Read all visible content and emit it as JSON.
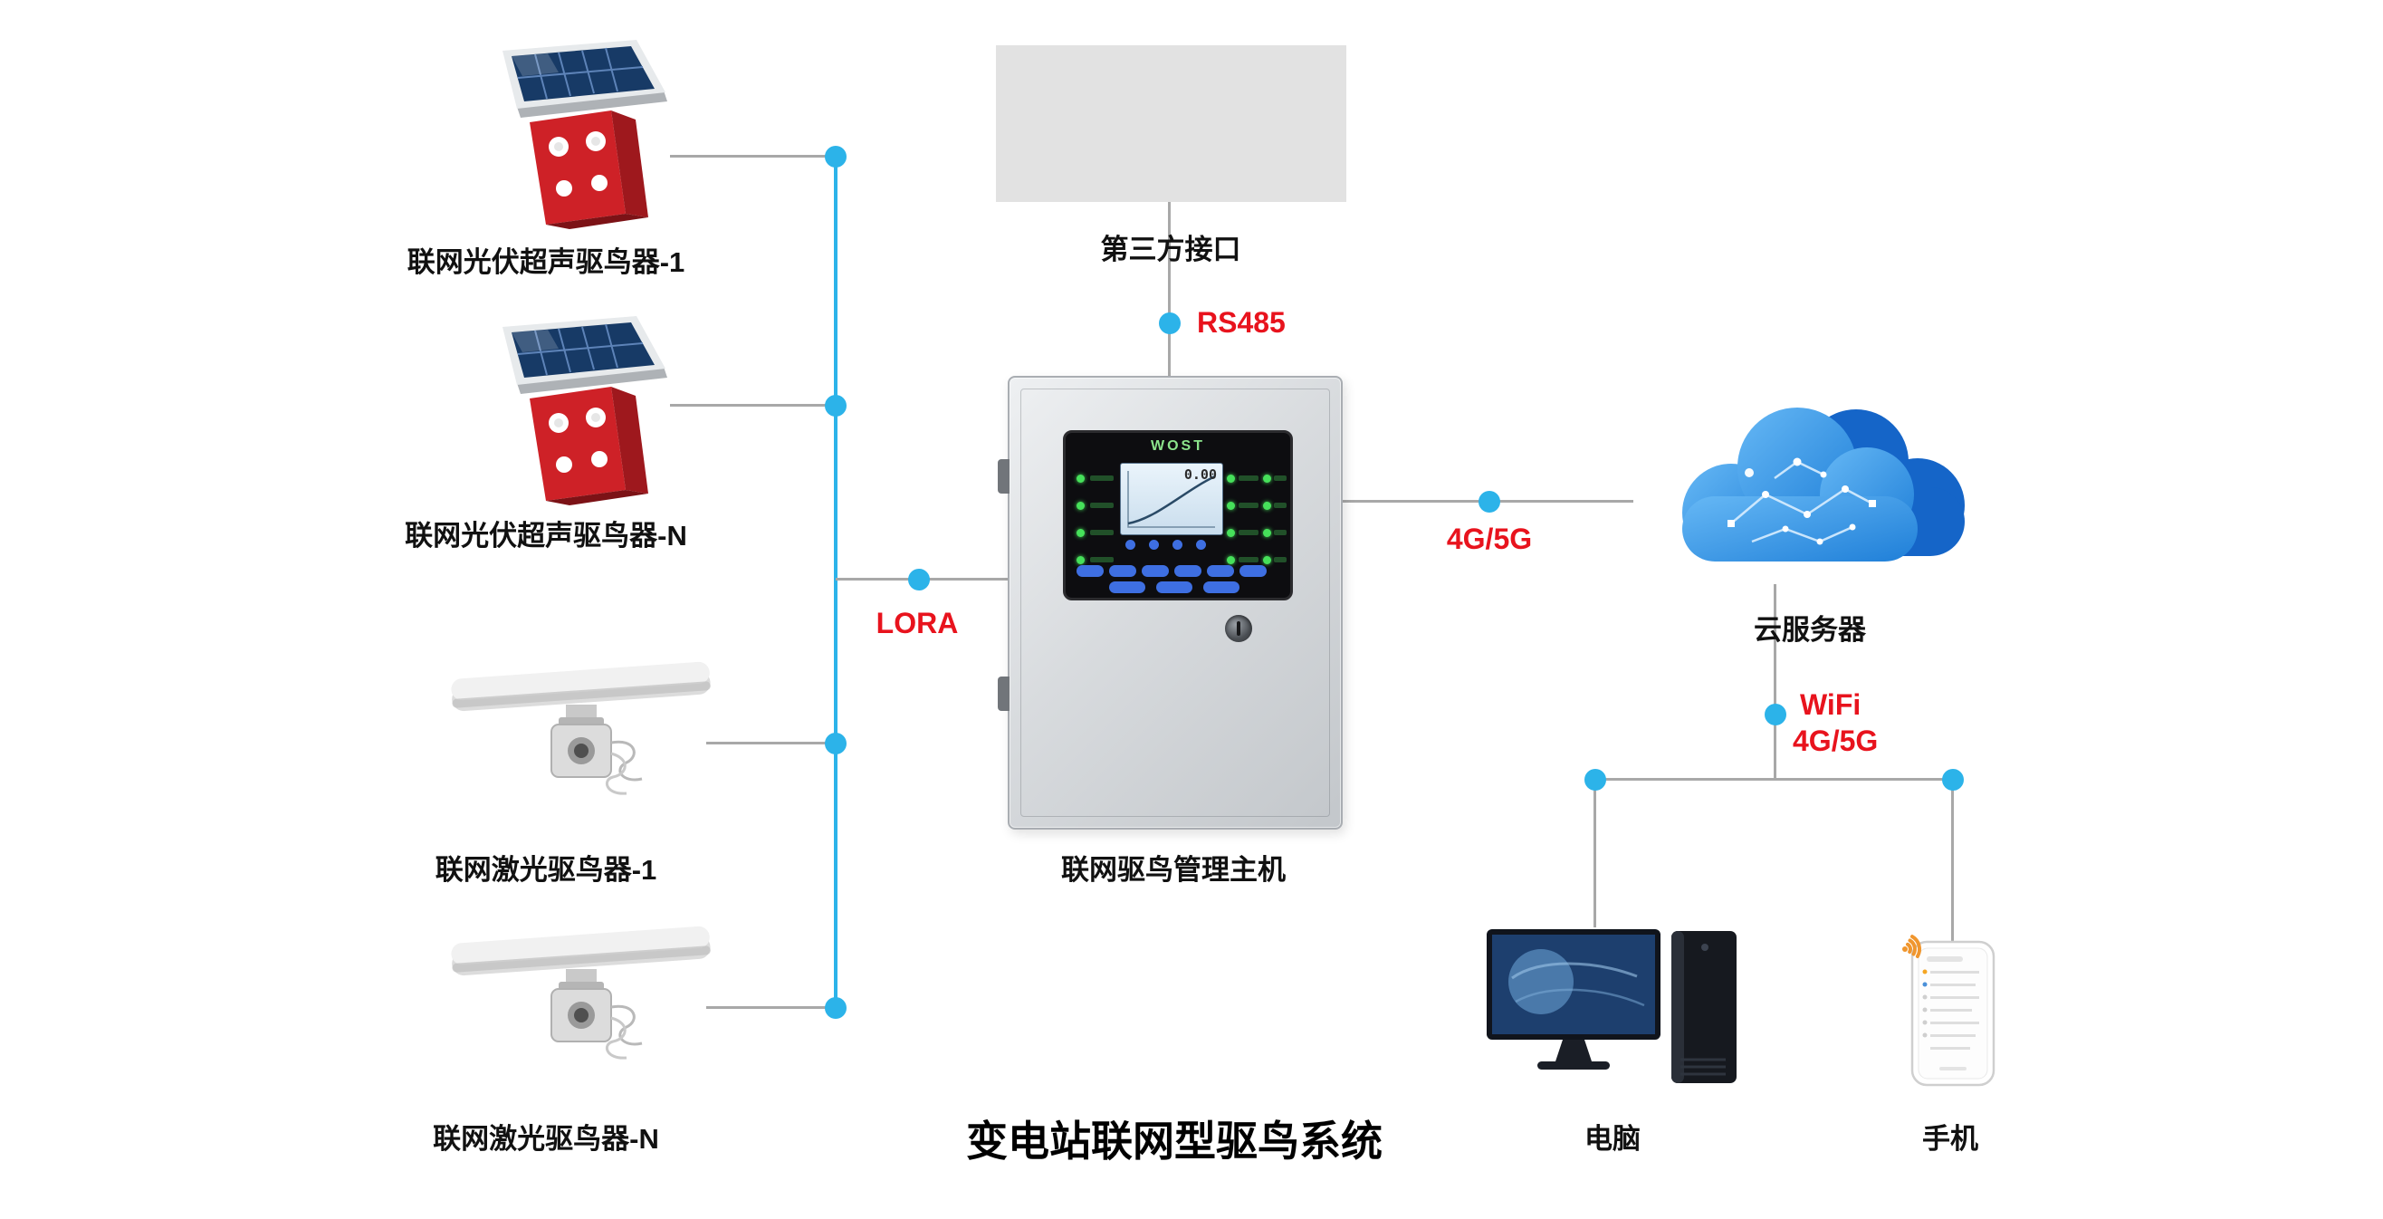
{
  "title": "变电站联网型驱鸟系统",
  "left_devices": [
    {
      "label": "联网光伏超声驱鸟器-1",
      "type": "solar-ultrasonic"
    },
    {
      "label": "联网光伏超声驱鸟器-N",
      "type": "solar-ultrasonic"
    },
    {
      "label": "联网激光驱鸟器-1",
      "type": "laser"
    },
    {
      "label": "联网激光驱鸟器-N",
      "type": "laser"
    }
  ],
  "third_party": {
    "label": "第三方接口"
  },
  "host": {
    "label": "联网驱鸟管理主机",
    "brand": "WOST",
    "screen_value": "0.00"
  },
  "cloud": {
    "label": "云服务器"
  },
  "computer": {
    "label": "电脑"
  },
  "phone": {
    "label": "手机"
  },
  "connections": {
    "lora": "LORA",
    "rs485": "RS485",
    "cellular": "4G/5G",
    "wifi_line1": "WiFi",
    "wifi_line2": "4G/5G"
  },
  "colors": {
    "accent_red": "#e8131d",
    "node_cyan": "#2cb3e9",
    "line_gray": "#a8a8a8"
  }
}
